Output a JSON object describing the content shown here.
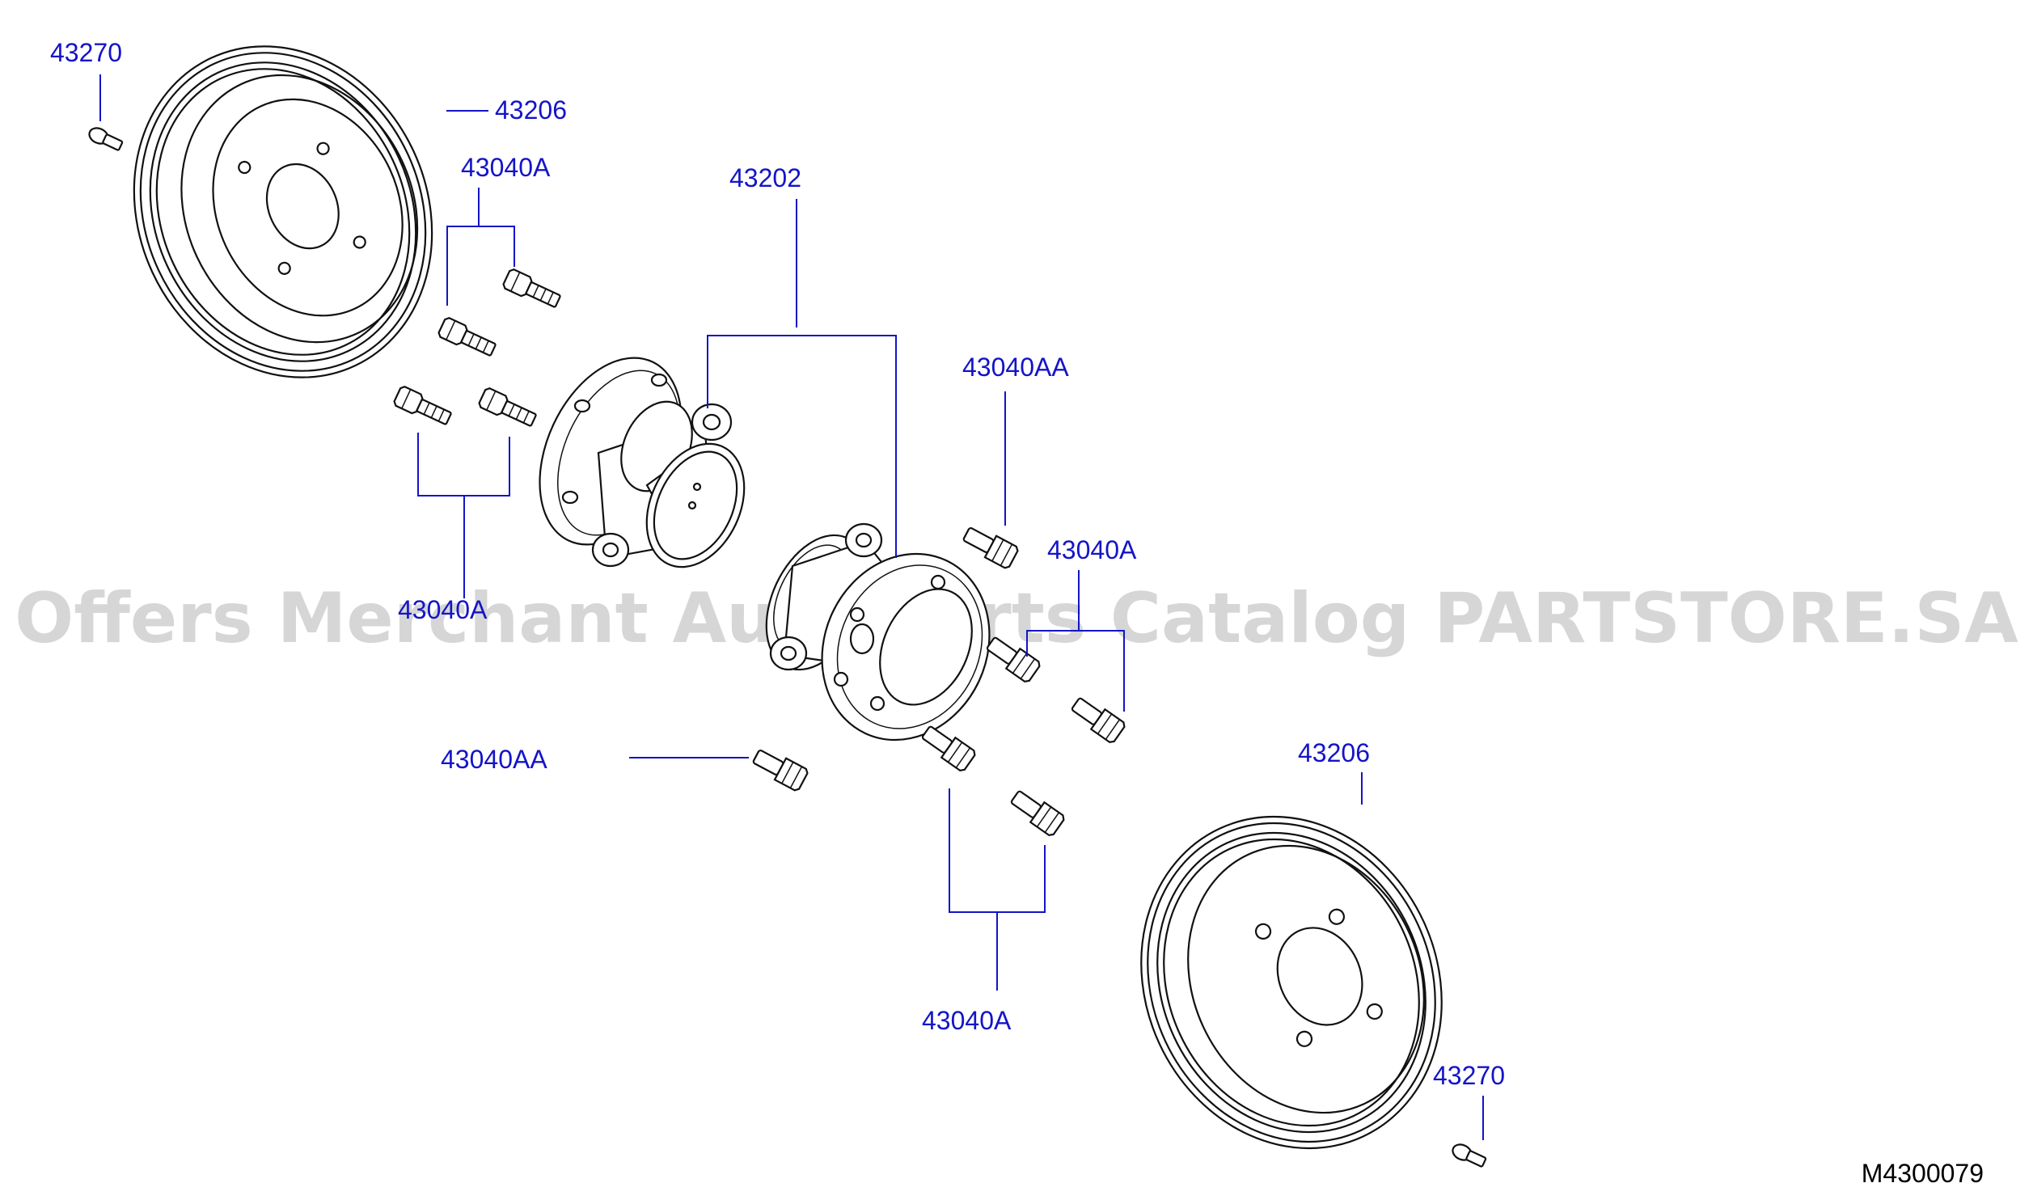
{
  "labels": {
    "wheel_bolt_upper_left": "43270",
    "drum_upper": "43206",
    "hub_bolts_upper": "43040A",
    "hub_assembly": "43202",
    "hub_bolt_right_upper": "43040AA",
    "hub_bolts_right": "43040A",
    "hub_bolts_lower_left": "43040A",
    "hub_bolt_left_lower": "43040AA",
    "drum_lower": "43206",
    "hub_bolts_bottom": "43040A",
    "wheel_bolt_lower_right": "43270"
  },
  "diagram_code": "M4300079",
  "watermark": "Offers Merchant Auto Parts Catalog PARTSTORE.SA",
  "colors": {
    "label": "#1414c8",
    "line": "#111111",
    "watermark": "#b4b4b4",
    "background": "#ffffff"
  }
}
